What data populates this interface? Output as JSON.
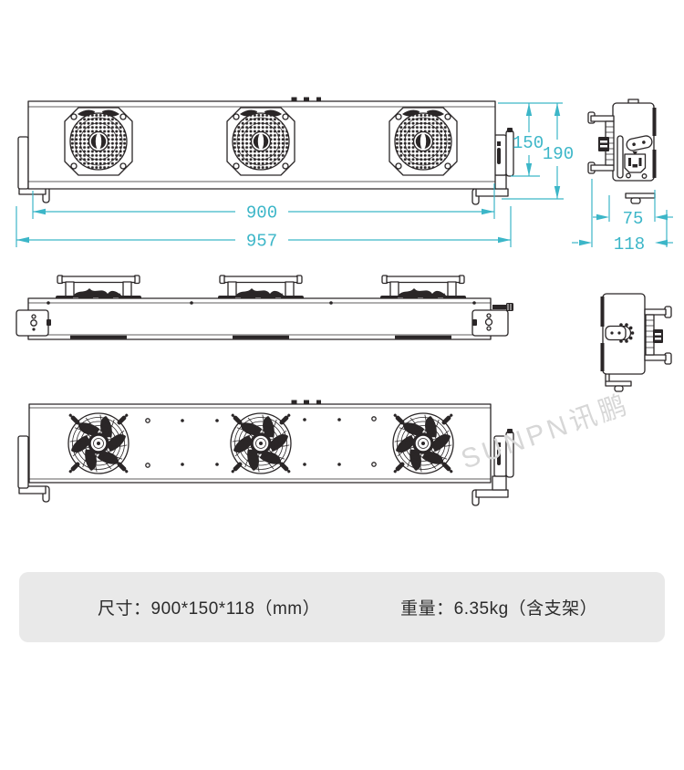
{
  "watermark": "SUNPN讯鹏",
  "colors": {
    "line": "#2a2627",
    "dimension": "#3cb6c8",
    "watermark": "#d7d7d7",
    "panel_bg": "#e9e9e9",
    "text": "#2b2b2b"
  },
  "views": {
    "front": {
      "dims": {
        "inner_width": "900",
        "outer_width": "957",
        "body_height": "150",
        "total_height": "190"
      }
    },
    "side": {
      "dims": {
        "body_depth": "75",
        "total_depth": "118"
      }
    }
  },
  "specs": {
    "size": "尺寸：900*150*118（mm）",
    "weight": "重量：6.35kg（含支架）"
  }
}
